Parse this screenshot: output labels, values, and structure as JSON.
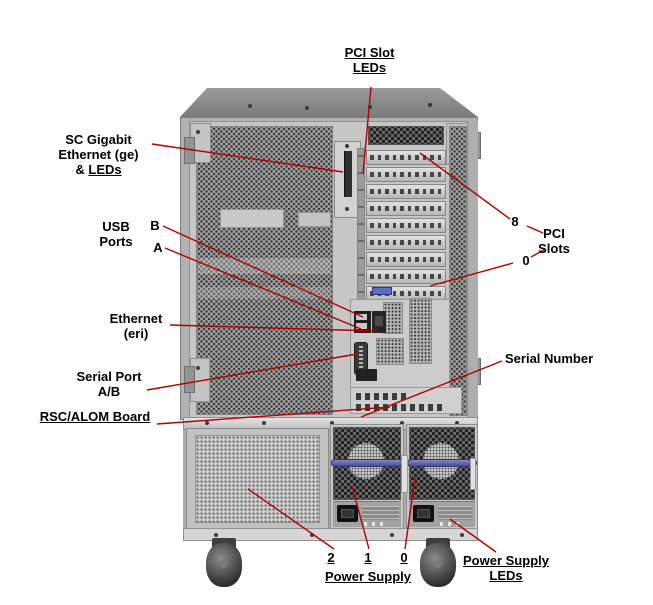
{
  "figure": {
    "pci_slot_count": 9,
    "colors": {
      "callout_line": "#b00000",
      "psu_handle": "#50509a",
      "chassis": "#c6c6c6",
      "pci_slot0_connector": "#5a6fc0"
    }
  },
  "labels": {
    "pci_slot_leds": {
      "line1": "PCI Slot",
      "line2": "LEDs"
    },
    "sc_gigabit": {
      "line1": "SC Gigabit",
      "line2": "Ethernet (ge)",
      "line3_prefix": "& ",
      "line3_underlined": "LEDs"
    },
    "usb_ports": {
      "line1": "USB",
      "line2": "Ports",
      "port_b": "B",
      "port_a": "A"
    },
    "ethernet": {
      "line1": "Ethernet",
      "line2": "(eri)"
    },
    "serial_port": {
      "line1": "Serial Port",
      "line2": "A/B"
    },
    "rsc_alom": {
      "line1": "RSC/ALOM Board"
    },
    "serial_number": {
      "line1": "Serial Number"
    },
    "pci_slots": {
      "slot_top": "8",
      "slot_bottom": "0",
      "line1": "PCI",
      "line2": "Slots"
    },
    "power_supply": {
      "ps2": "2",
      "ps1": "1",
      "ps0": "0",
      "caption": "Power Supply"
    },
    "power_supply_leds": {
      "line1": "Power Supply",
      "line2": "LEDs"
    }
  }
}
